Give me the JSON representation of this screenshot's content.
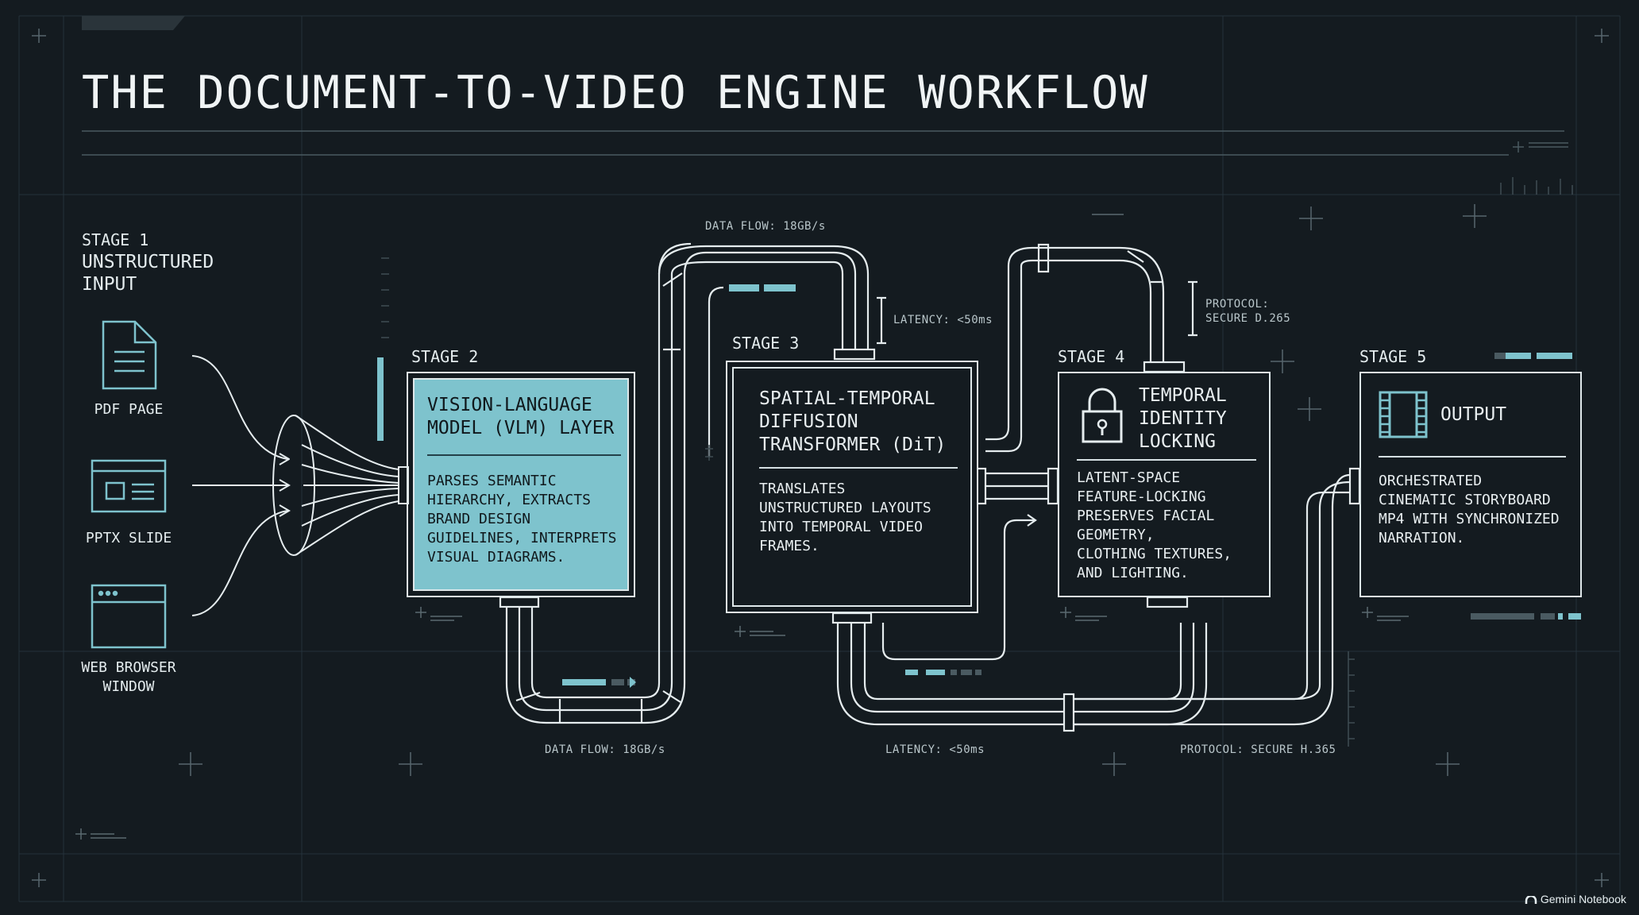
{
  "title": "THE DOCUMENT-TO-VIDEO ENGINE WORKFLOW",
  "accent_color": "#7ec3cd",
  "line_color": "#dfe8ea",
  "stage1": {
    "label": "STAGE 1",
    "title_line1": "UNSTRUCTURED",
    "title_line2": "INPUT",
    "inputs": [
      {
        "label": "PDF PAGE",
        "icon": "document-icon"
      },
      {
        "label": "PPTX SLIDE",
        "icon": "slide-icon"
      },
      {
        "label": "WEB BROWSER WINDOW",
        "icon": "browser-window-icon"
      }
    ]
  },
  "stage2": {
    "label": "STAGE 2",
    "title": "VISION-LANGUAGE\nMODEL (VLM) LAYER",
    "body": "PARSES SEMANTIC\nHIERARCHY, EXTRACTS\nBRAND DESIGN\nGUIDELINES, INTERPRETS\nVISUAL DIAGRAMS."
  },
  "stage3": {
    "label": "STAGE 3",
    "title": "SPATIAL-TEMPORAL\nDIFFUSION\nTRANSFORMER (DiT)",
    "body": "TRANSLATES\nUNSTRUCTURED LAYOUTS\nINTO TEMPORAL VIDEO\nFRAMES."
  },
  "stage4": {
    "label": "STAGE 4",
    "title": "TEMPORAL\nIDENTITY\nLOCKING",
    "icon": "padlock-icon",
    "body": "LATENT-SPACE\nFEATURE-LOCKING\nPRESERVES FACIAL\nGEOMETRY,\nCLOTHING TEXTURES,\nAND LIGHTING."
  },
  "stage5": {
    "label": "STAGE 5",
    "title": "OUTPUT",
    "icon": "film-strip-icon",
    "body": "ORCHESTRATED\nCINEMATIC STORYBOARD\nMP4 WITH SYNCHRONIZED\nNARRATION."
  },
  "annotations": {
    "data_flow_top": "DATA FLOW: 18GB/s",
    "latency_top": "LATENCY: <50ms",
    "protocol_top_line1": "PROTOCOL:",
    "protocol_top_line2": "SECURE D.265",
    "data_flow_bottom": "DATA FLOW: 18GB/s",
    "latency_bottom": "LATENCY: <50ms",
    "protocol_bottom": "PROTOCOL: SECURE H.365"
  },
  "watermark": "Gemini Notebook"
}
